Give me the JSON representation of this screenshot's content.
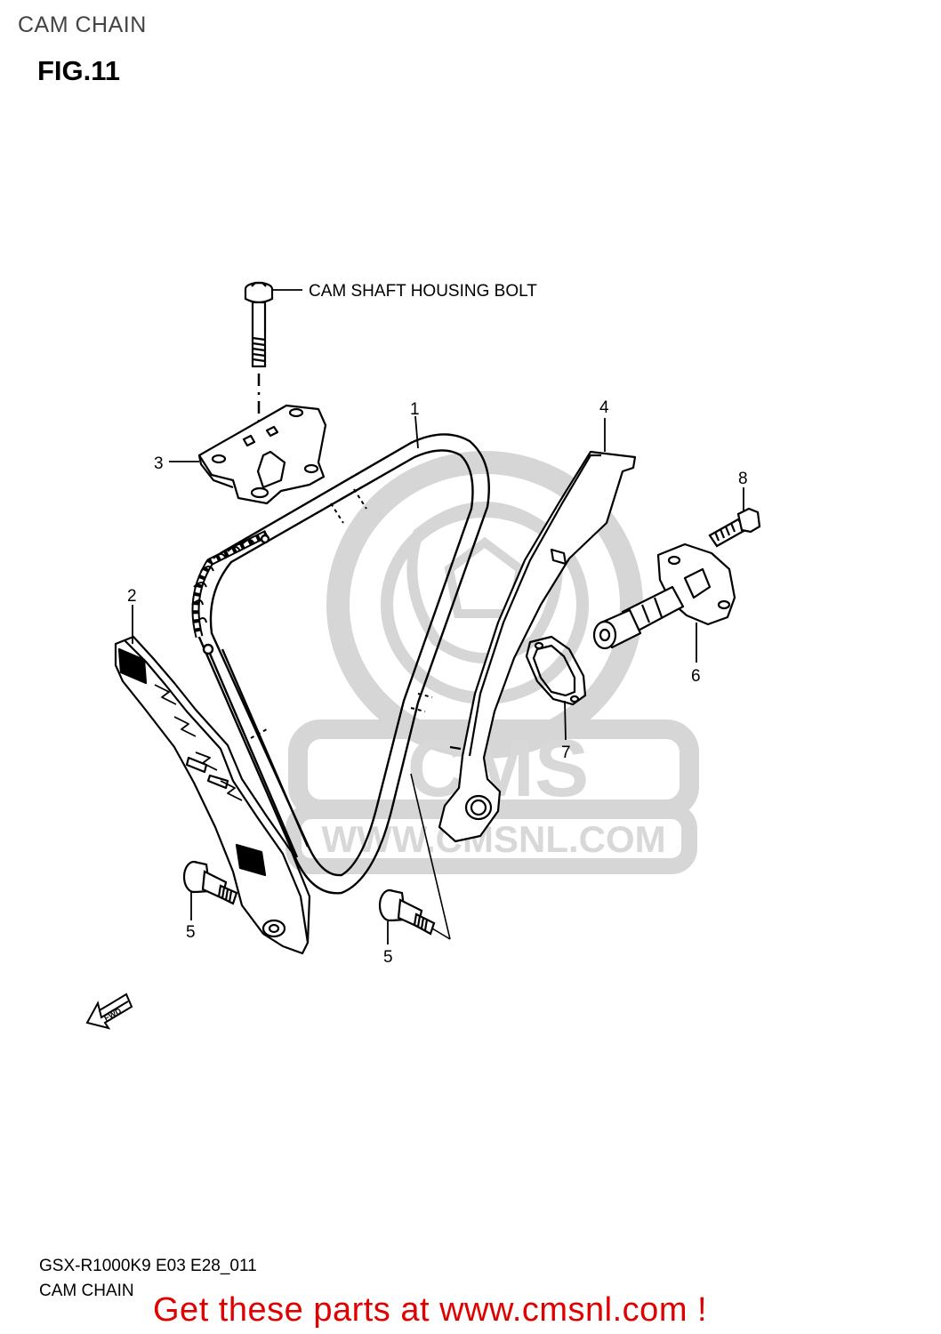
{
  "header": {
    "title": "CAM CHAIN",
    "figure": "FIG.11"
  },
  "diagram": {
    "callouts": {
      "housing_bolt": "CAM SHAFT HOUSING BOLT",
      "part_1": "1",
      "part_2": "2",
      "part_3": "3",
      "part_4": "4",
      "part_5a": "5",
      "part_5b": "5",
      "part_6": "6",
      "part_7": "7",
      "part_8": "8"
    },
    "fwd_label": "FWD",
    "watermark": {
      "brand": "CMS",
      "url": "WWW.CMSNL.COM"
    }
  },
  "footer": {
    "model_code": "GSX-R1000K9 E03 E28_011",
    "section_name": "CAM CHAIN",
    "cta": "Get these parts at www.cmsnl.com !"
  },
  "colors": {
    "cta": "#e00000",
    "watermark": "#d4d4d4",
    "line": "#000000"
  }
}
